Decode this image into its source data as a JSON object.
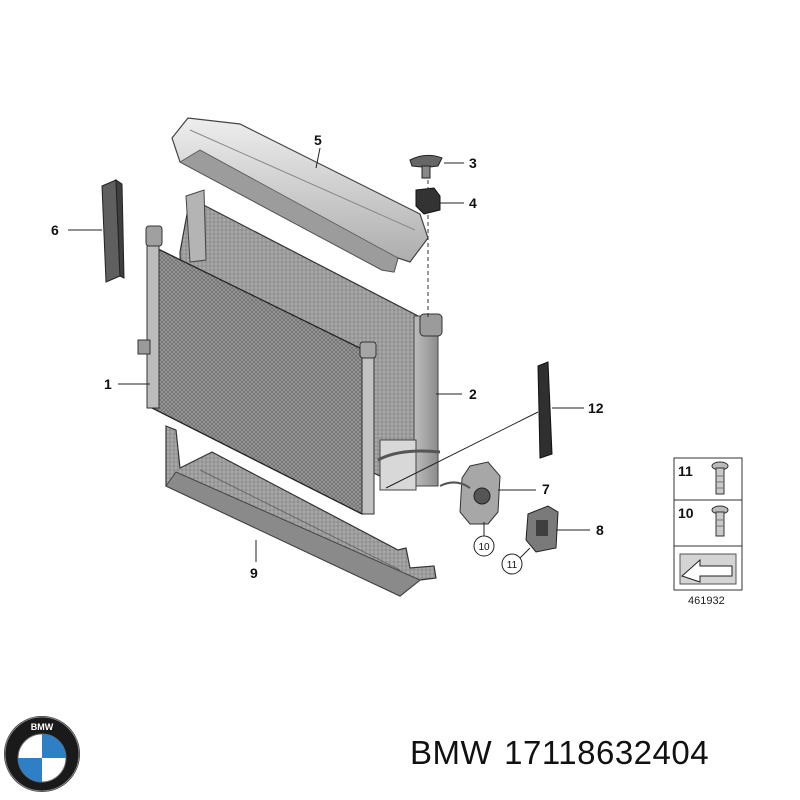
{
  "callouts": {
    "c1": "1",
    "c2": "2",
    "c3": "3",
    "c4": "4",
    "c5": "5",
    "c6": "6",
    "c7": "7",
    "c8": "8",
    "c9": "9",
    "c10": "10",
    "c11": "11",
    "c12": "12"
  },
  "legend": {
    "row1_number": "11",
    "row2_number": "10",
    "diagram_number": "461932"
  },
  "brand": {
    "logo_letters": "BMW",
    "name": "BMW",
    "part_number": "17118632404"
  },
  "colors": {
    "line": "#222222",
    "part_fill": "#c8c8c8",
    "part_dark": "#6f6f6f",
    "bmw_blue": "#2e7fc6"
  }
}
